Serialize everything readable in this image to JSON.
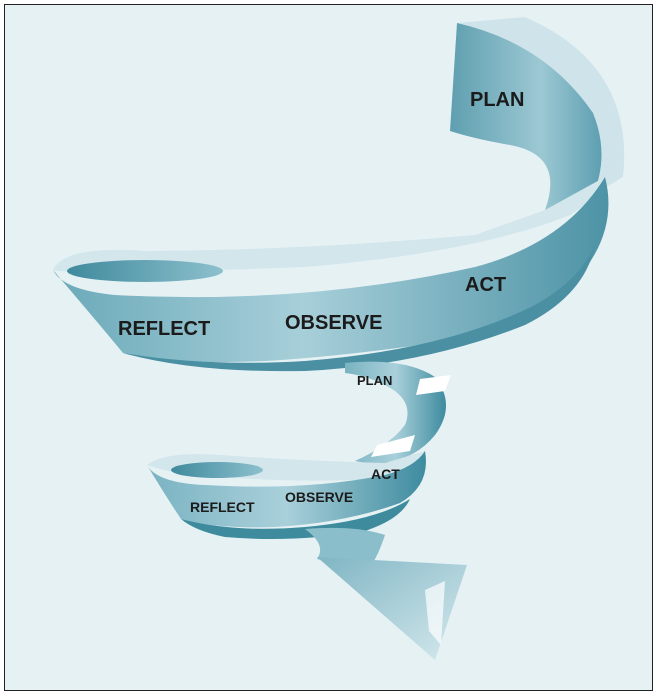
{
  "colors": {
    "background": "#e6f1f4",
    "ribbon_dark": "#3f8c9e",
    "ribbon_mid": "#7fb6c4",
    "ribbon_light": "#c9e2e9",
    "highlight": "#ffffff",
    "text": "#1b1b1b"
  },
  "upper_cycle": {
    "plan": "PLAN",
    "act": "ACT",
    "observe": "OBSERVE",
    "reflect": "REFLECT"
  },
  "lower_cycle": {
    "plan": "PLAN",
    "act": "ACT",
    "observe": "OBSERVE",
    "reflect": "REFLECT"
  }
}
